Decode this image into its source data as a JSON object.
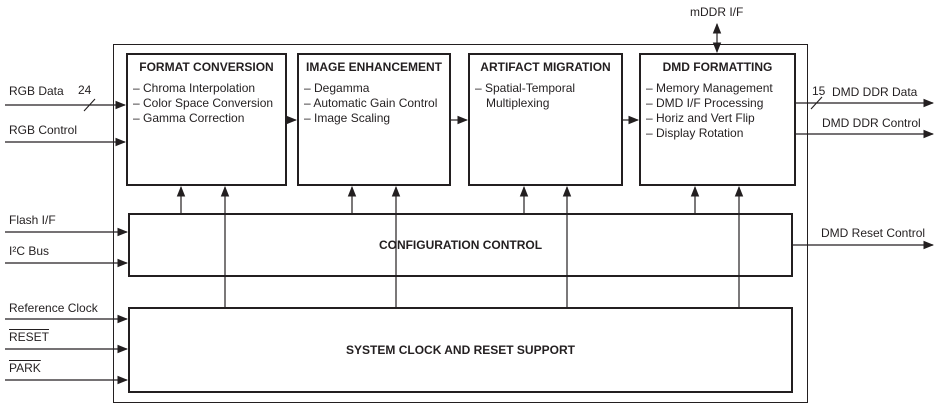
{
  "diagram": {
    "top_port": {
      "label": "mDDR I/F"
    },
    "blocks": [
      {
        "title": "FORMAT CONVERSION",
        "items": [
          "– Chroma Interpolation",
          "– Color Space Conversion",
          "– Gamma Correction"
        ]
      },
      {
        "title": "IMAGE ENHANCEMENT",
        "items": [
          "– Degamma",
          "– Automatic Gain Control",
          "– Image Scaling"
        ]
      },
      {
        "title": "ARTIFACT MIGRATION",
        "items": [
          "– Spatial-Temporal Multiplexing"
        ]
      },
      {
        "title": "DMD FORMATTING",
        "items": [
          "– Memory Management",
          "– DMD I/F Processing",
          "– Horiz and Vert Flip",
          "– Display Rotation"
        ]
      }
    ],
    "bars": [
      {
        "title": "CONFIGURATION CONTROL"
      },
      {
        "title": "SYSTEM CLOCK AND RESET SUPPORT"
      }
    ],
    "inputs": [
      {
        "label": "RGB Data",
        "bus_width": "24"
      },
      {
        "label": "RGB Control"
      },
      {
        "label": "Flash I/F"
      },
      {
        "label": "I²C Bus"
      },
      {
        "label": "Reference Clock"
      },
      {
        "label": "RESET"
      },
      {
        "label": "PARK"
      }
    ],
    "outputs": [
      {
        "label": "DMD DDR Data",
        "bus_width": "15"
      },
      {
        "label": "DMD DDR Control"
      },
      {
        "label": "DMD Reset Control"
      }
    ],
    "colors": {
      "line": "#231f20",
      "background": "#ffffff"
    }
  }
}
